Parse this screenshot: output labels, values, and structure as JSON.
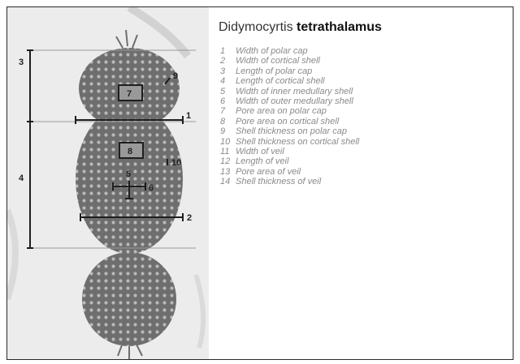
{
  "title": {
    "genus": "Didymocyrtis",
    "species": "tetrathalamus"
  },
  "figure_labels": {
    "dim_polar_cap_length": "3",
    "dim_cortical_shell_length": "4",
    "dim_polar_cap_width": "1",
    "dim_cortical_shell_width": "2",
    "dim_inner_medullary": "5",
    "dim_outer_medullary": "6",
    "pore_polar": "7",
    "pore_cortical": "8",
    "thick_polar": "9",
    "thick_cortical": "10"
  },
  "legend": [
    {
      "num": "1",
      "text": "Width of polar cap"
    },
    {
      "num": "2",
      "text": "Width of cortical shell"
    },
    {
      "num": "3",
      "text": "Length of polar cap"
    },
    {
      "num": "4",
      "text": "Length of cortical shell"
    },
    {
      "num": "5",
      "text": "Width of inner medullary shell"
    },
    {
      "num": "6",
      "text": "Width of outer medullary shell"
    },
    {
      "num": "7",
      "text": "Pore area on polar cap"
    },
    {
      "num": "8",
      "text": "Pore area on cortical shell"
    },
    {
      "num": "9",
      "text": "Shell thickness on polar cap"
    },
    {
      "num": "10",
      "text": "Shell thickness on cortical shell"
    },
    {
      "num": "11",
      "text": "Width of veil"
    },
    {
      "num": "12",
      "text": "Length of veil"
    },
    {
      "num": "13",
      "text": "Pore area of veil"
    },
    {
      "num": "14",
      "text": "Shell thickness of veil"
    }
  ]
}
